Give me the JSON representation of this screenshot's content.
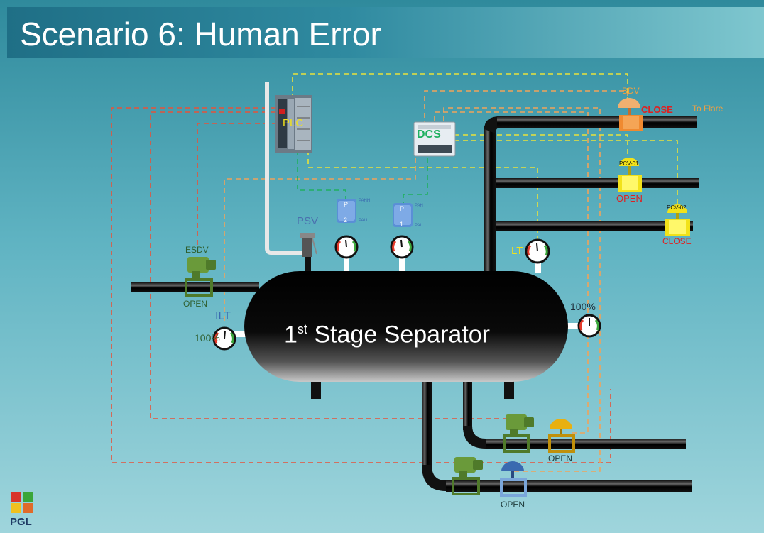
{
  "slide": {
    "title": "Scenario 6: Human Error",
    "separator_label_main": "1",
    "separator_label_sup": "st",
    "separator_label_rest": " Stage Separator"
  },
  "labels": {
    "plc": "PLC",
    "dcs": "DCS",
    "psv": "PSV",
    "esdv": "ESDV",
    "esdv_state": "OPEN",
    "ilt": "ILT",
    "ilt_level": "100%",
    "lt": "LT",
    "lt_level": "100%",
    "bdv": "BDV",
    "bdv_state": "CLOSE",
    "to_flare": "To Flare",
    "pcv01": "PCV-01",
    "pcv01_state": "OPEN",
    "pcv02": "PCV-02",
    "pcv02_state": "CLOSE",
    "pt2_top": "PAHH",
    "pt2_bottom": "PALL",
    "pt2_num": "2",
    "pt1_top": "PAH",
    "pt1_bottom": "PAL",
    "pt1_num": "1",
    "pt_letter": "P",
    "oil_valve_state": "OPEN",
    "water_valve_state": "OPEN",
    "logo_text": "PGL"
  },
  "colors": {
    "esd_line": "#e5533a",
    "dcs_line": "#f0a35a",
    "plc_line": "#e9e23a",
    "signal_green": "#20b060",
    "state_close": "#e02020",
    "state_open_dark": "#2f5f2f",
    "valve_yellow": "#f2e21a",
    "valve_orange": "#f0a040",
    "valve_green": "#6a9a3a",
    "valve_blue": "#3a6ab0"
  }
}
